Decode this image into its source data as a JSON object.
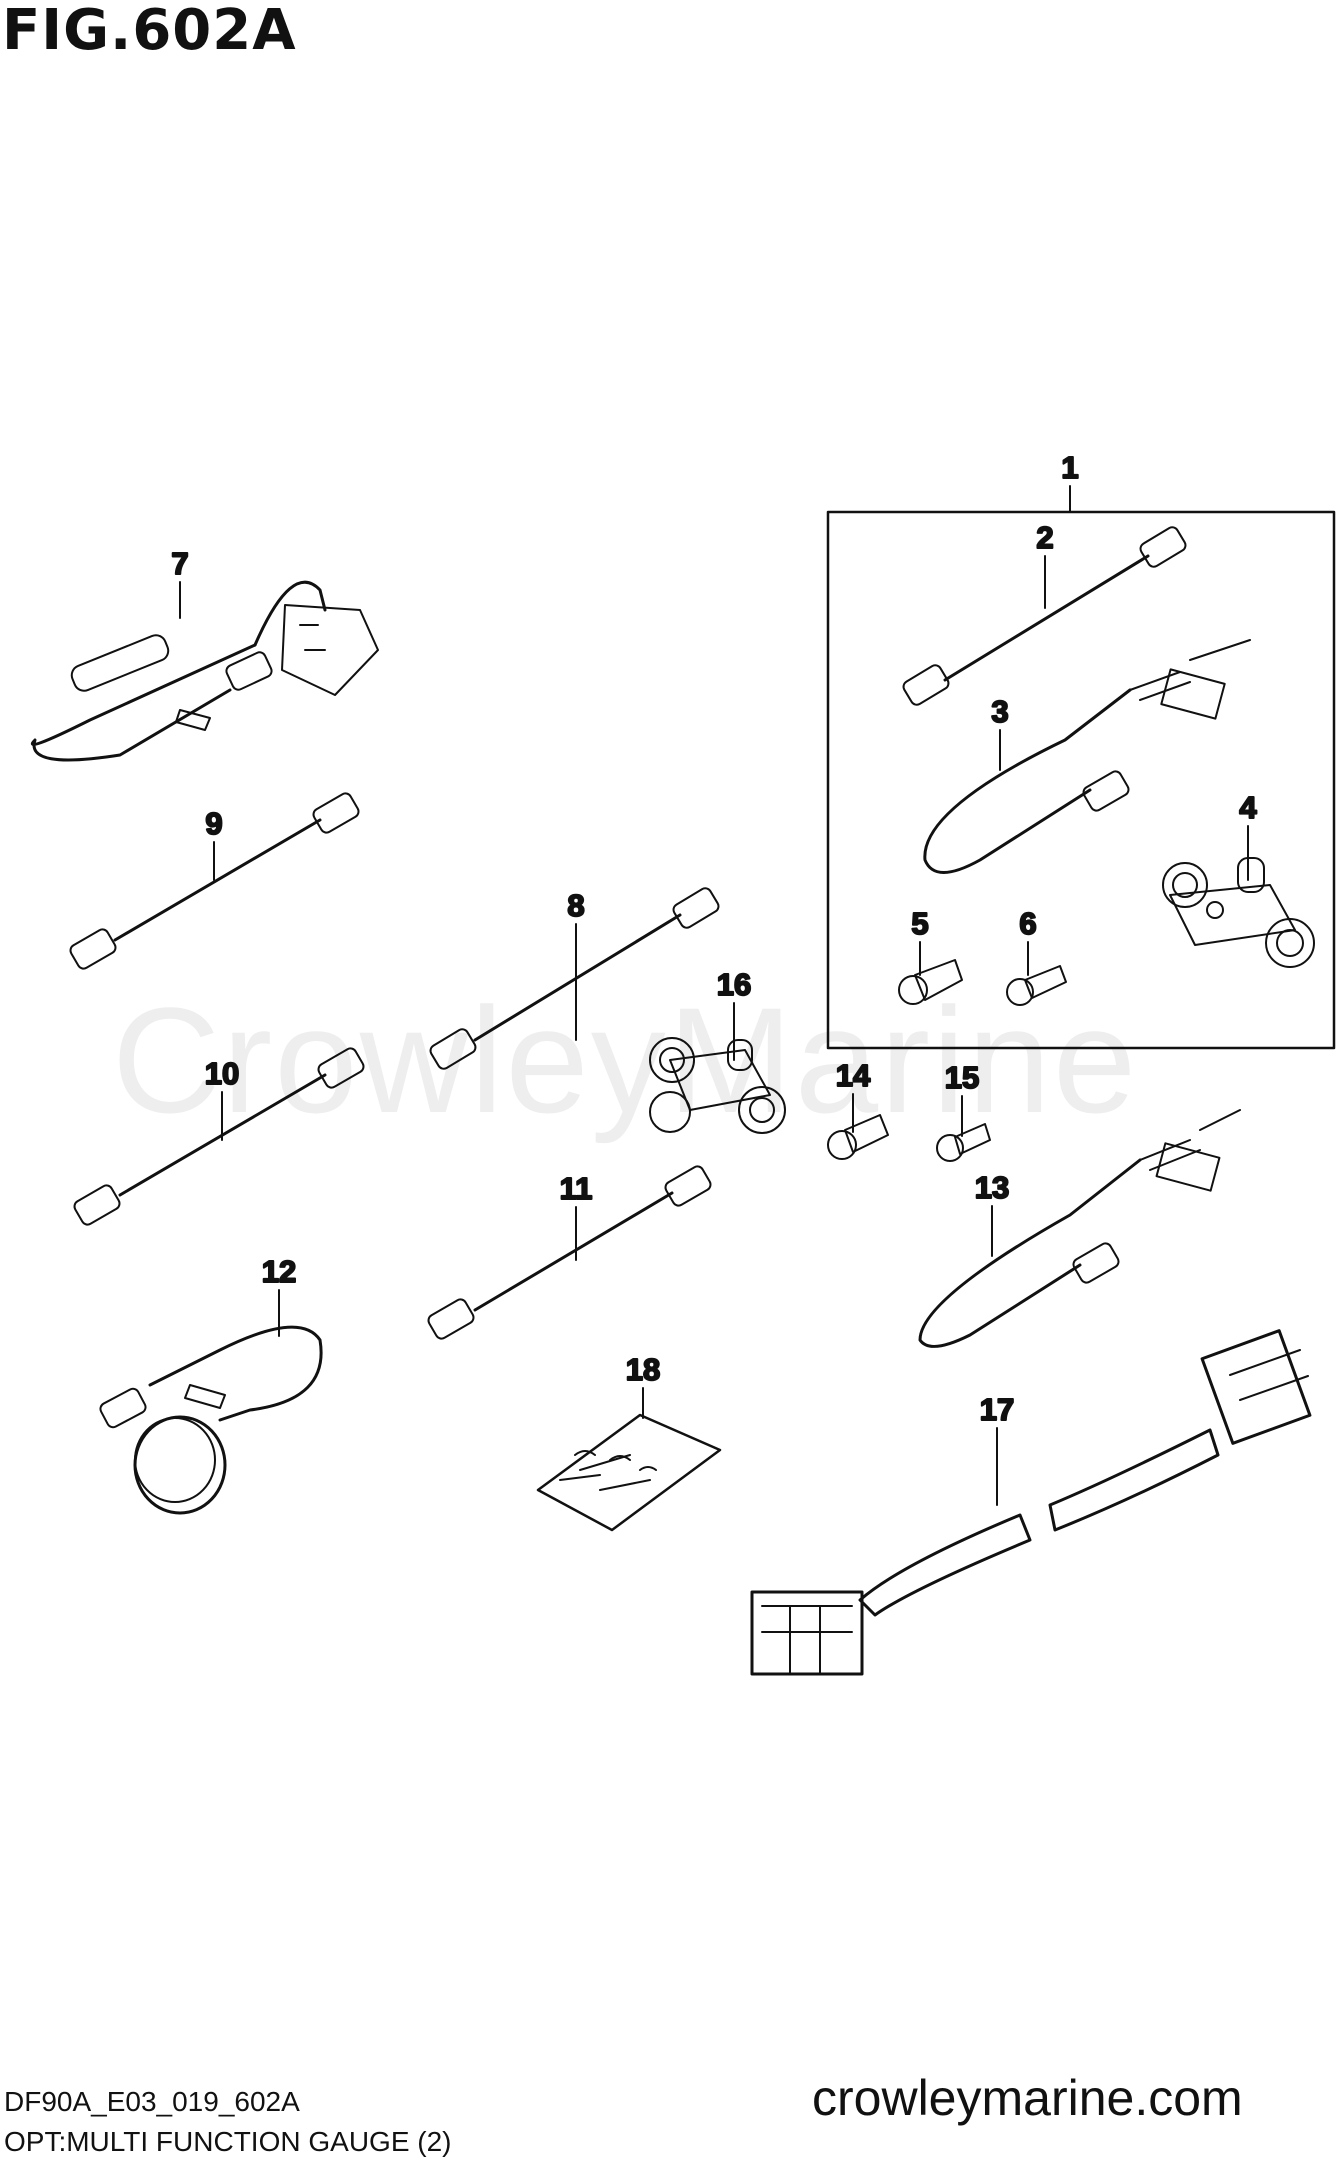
{
  "figure": {
    "title": "FIG.602A",
    "code": "DF90A_E03_019_602A",
    "caption": "OPT:MULTI FUNCTION GAUGE (2)"
  },
  "watermark": "CrowleyMarine",
  "footer": {
    "site": "crowleymarine.com"
  },
  "callouts": [
    "1",
    "2",
    "3",
    "4",
    "5",
    "6",
    "7",
    "8",
    "9",
    "10",
    "11",
    "12",
    "13",
    "14",
    "15",
    "16",
    "17",
    "18"
  ],
  "colors": {
    "ink": "#111111",
    "watermark": "#eeeeee",
    "background": "#ffffff"
  }
}
